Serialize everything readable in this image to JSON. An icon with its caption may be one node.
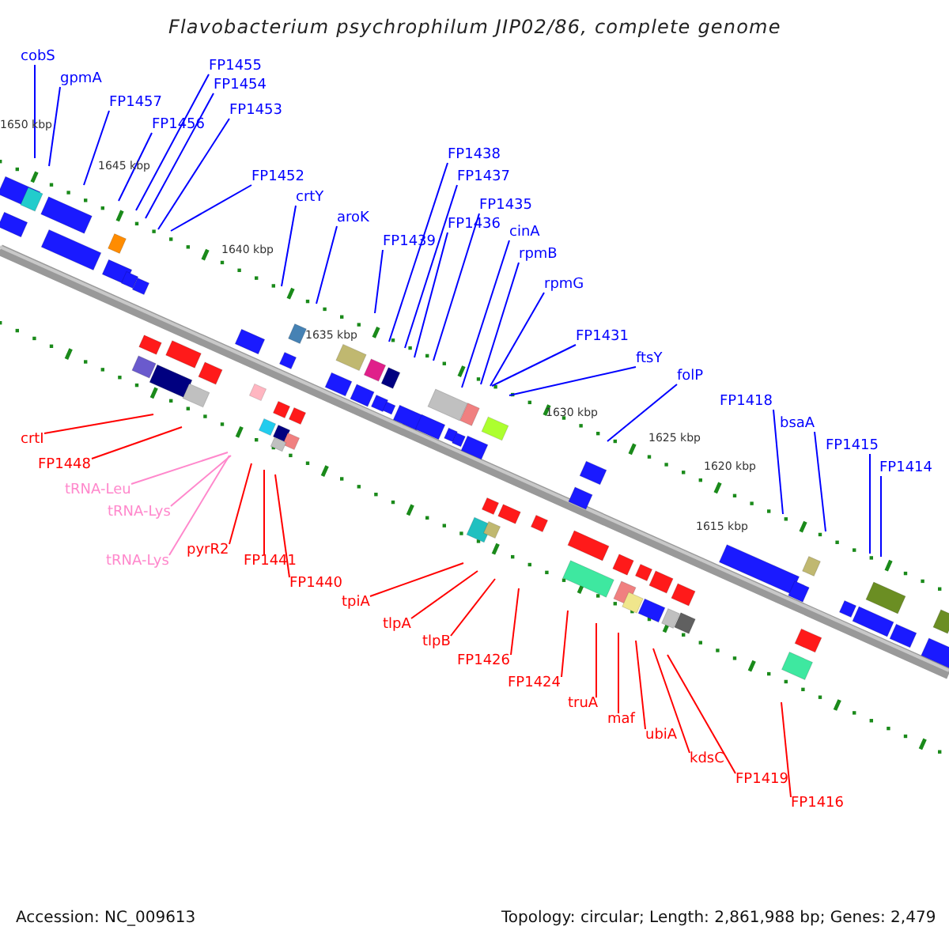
{
  "diagram": {
    "title": "Flavobacterium psychrophilum JIP02/86, complete genome",
    "nodes": [
      {
        "text": [
          "cobS"
        ]
      },
      {
        "text": [
          "gpmA"
        ]
      },
      {
        "text": [
          "FP1457"
        ]
      },
      {
        "text": [
          "FP1455"
        ]
      },
      {
        "text": [
          "FP1454"
        ]
      },
      {
        "text": [
          "FP1456"
        ]
      },
      {
        "text": [
          "FP1453"
        ]
      },
      {
        "text": [
          "FP1452"
        ]
      },
      {
        "text": [
          "crtY"
        ]
      },
      {
        "text": [
          "aroK"
        ]
      },
      {
        "text": [
          "FP1439"
        ]
      },
      {
        "text": [
          "FP1438"
        ]
      },
      {
        "text": [
          "FP1437"
        ]
      },
      {
        "text": [
          "FP1436"
        ]
      },
      {
        "text": [
          "FP1435"
        ]
      },
      {
        "text": [
          "cinA"
        ]
      },
      {
        "text": [
          "rpmB"
        ]
      },
      {
        "text": [
          "rpmG"
        ]
      },
      {
        "text": [
          "FP1431"
        ]
      },
      {
        "text": [
          "ftsY"
        ]
      },
      {
        "text": [
          "folP"
        ]
      },
      {
        "text": [
          "FP1418"
        ]
      },
      {
        "text": [
          "bsaA"
        ]
      },
      {
        "text": [
          "FP1415"
        ]
      },
      {
        "text": [
          "FP1414"
        ]
      },
      {
        "text": [
          "crtI"
        ]
      },
      {
        "text": [
          "FP1448"
        ]
      },
      {
        "text": [
          "tRNA-Leu"
        ]
      },
      {
        "text": [
          "tRNA-Lys"
        ]
      },
      {
        "text": [
          "tRNA-Lys"
        ]
      },
      {
        "text": [
          "pyrR2"
        ]
      },
      {
        "text": [
          "FP1441"
        ]
      },
      {
        "text": [
          "FP1440"
        ]
      },
      {
        "text": [
          "tpiA"
        ]
      },
      {
        "text": [
          "tlpA"
        ]
      },
      {
        "text": [
          "tlpB"
        ]
      },
      {
        "text": [
          "FP1426"
        ]
      },
      {
        "text": [
          "FP1424"
        ]
      },
      {
        "text": [
          "truA"
        ]
      },
      {
        "text": [
          "maf"
        ]
      },
      {
        "text": [
          "ubiA"
        ]
      },
      {
        "text": [
          "kdsC"
        ]
      },
      {
        "text": [
          "FP1419"
        ]
      },
      {
        "text": [
          "FP1416"
        ]
      }
    ],
    "edges": [
      {
        "from": 0,
        "to": null,
        "arrow": "none"
      },
      {
        "from": 1,
        "to": null,
        "arrow": "none"
      },
      {
        "from": 2,
        "to": null,
        "arrow": "none"
      },
      {
        "from": 3,
        "to": null,
        "arrow": "none"
      },
      {
        "from": 4,
        "to": null,
        "arrow": "none"
      },
      {
        "from": 5,
        "to": null,
        "arrow": "none"
      },
      {
        "from": 6,
        "to": null,
        "arrow": "none"
      },
      {
        "from": 7,
        "to": null,
        "arrow": "none"
      },
      {
        "from": 8,
        "to": null,
        "arrow": "none"
      },
      {
        "from": 9,
        "to": null,
        "arrow": "none"
      },
      {
        "from": 10,
        "to": null,
        "arrow": "none"
      },
      {
        "from": 11,
        "to": null,
        "arrow": "none"
      },
      {
        "from": 12,
        "to": null,
        "arrow": "none"
      },
      {
        "from": 13,
        "to": null,
        "arrow": "none"
      },
      {
        "from": 14,
        "to": null,
        "arrow": "none"
      },
      {
        "from": 15,
        "to": null,
        "arrow": "none"
      },
      {
        "from": 16,
        "to": null,
        "arrow": "none"
      },
      {
        "from": 17,
        "to": null,
        "arrow": "none"
      },
      {
        "from": 18,
        "to": null,
        "arrow": "none"
      },
      {
        "from": 19,
        "to": null,
        "arrow": "none"
      },
      {
        "from": 20,
        "to": null,
        "arrow": "none"
      },
      {
        "from": 21,
        "to": null,
        "arrow": "none"
      },
      {
        "from": 22,
        "to": null,
        "arrow": "none"
      },
      {
        "from": 23,
        "to": null,
        "arrow": "none"
      },
      {
        "from": 24,
        "to": null,
        "arrow": "none"
      },
      {
        "from": 25,
        "to": null,
        "arrow": "none",
        "color": "#ff0000"
      },
      {
        "from": 26,
        "to": null,
        "arrow": "none",
        "color": "#ff0000"
      },
      {
        "from": 27,
        "to": null,
        "arrow": "none",
        "color": "#ff88cc"
      },
      {
        "from": 28,
        "to": null,
        "arrow": "none",
        "color": "#ff88cc"
      },
      {
        "from": 29,
        "to": null,
        "arrow": "none",
        "color": "#ff88cc"
      },
      {
        "from": 30,
        "to": null,
        "arrow": "none",
        "color": "#ff0000"
      },
      {
        "from": 31,
        "to": null,
        "arrow": "none",
        "color": "#ff0000"
      },
      {
        "from": 32,
        "to": null,
        "arrow": "none",
        "color": "#ff0000"
      },
      {
        "from": 33,
        "to": null,
        "arrow": "none",
        "color": "#ff0000"
      },
      {
        "from": 34,
        "to": null,
        "arrow": "none",
        "color": "#ff0000"
      },
      {
        "from": 35,
        "to": null,
        "arrow": "none",
        "color": "#ff0000"
      },
      {
        "from": 36,
        "to": null,
        "arrow": "none",
        "color": "#ff0000"
      },
      {
        "from": 37,
        "to": null,
        "arrow": "none",
        "color": "#ff0000"
      },
      {
        "from": 38,
        "to": null,
        "arrow": "none",
        "color": "#ff0000"
      },
      {
        "from": 39,
        "to": null,
        "arrow": "none",
        "color": "#ff0000"
      },
      {
        "from": 40,
        "to": null,
        "arrow": "none",
        "color": "#ff0000"
      },
      {
        "from": 41,
        "to": null,
        "arrow": "none",
        "color": "#ff0000"
      },
      {
        "from": 42,
        "to": null,
        "arrow": "none",
        "color": "#ff0000"
      },
      {
        "from": 43,
        "to": null,
        "arrow": "none",
        "color": "#ff0000"
      }
    ],
    "labels": [
      "1650 kbp",
      "1645 kbp",
      "1640 kbp",
      "1635 kbp",
      "1630 kbp",
      "1625 kbp",
      "1620 kbp",
      "1615 kbp",
      "Accession: NC_009613",
      "Topology: circular; Length: 2,861,988 bp; Genes: 2,479"
    ]
  }
}
